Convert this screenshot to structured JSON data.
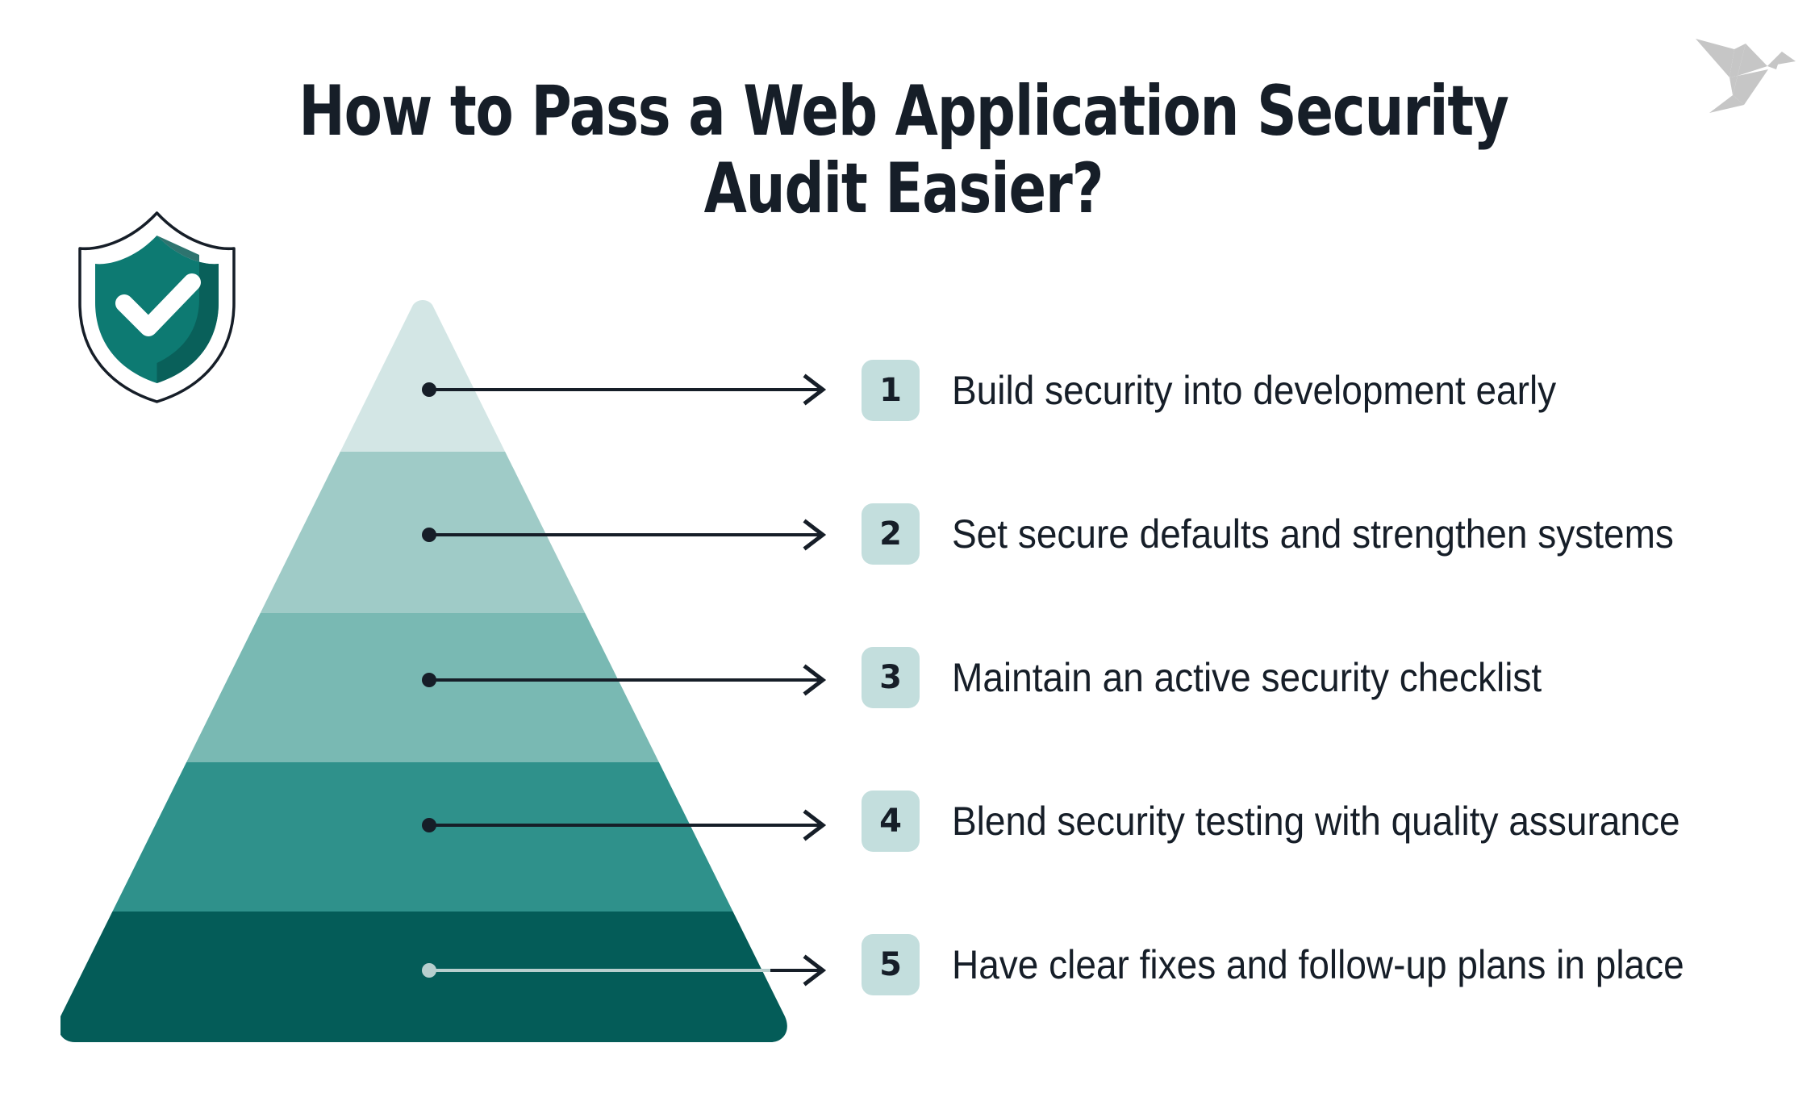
{
  "title": {
    "line1": "How to Pass a Web Application Security",
    "line2": "Audit Easier?"
  },
  "logo": {
    "name": "origami-bird-logo",
    "color": "#c6c6c6"
  },
  "shield": {
    "name": "shield-check-icon",
    "outline_color": "#161e28",
    "fill_color": "#0d7a72",
    "shadow_color": "#095c56",
    "check_color": "#ffffff"
  },
  "pyramid": {
    "bands": [
      {
        "level": 1,
        "color": "#d3e6e5"
      },
      {
        "level": 2,
        "color": "#9fcbc7"
      },
      {
        "level": 3,
        "color": "#79b9b3"
      },
      {
        "level": 4,
        "color": "#2f918b"
      },
      {
        "level": 5,
        "color": "#045c58"
      }
    ]
  },
  "connectors": {
    "line_color": "#161e28",
    "line_color_light": "#b8cfce",
    "arrow_color": "#161e28"
  },
  "steps": [
    {
      "number": "1",
      "label": "Build security into development early"
    },
    {
      "number": "2",
      "label": "Set secure defaults and strengthen systems"
    },
    {
      "number": "3",
      "label": "Maintain an active security checklist"
    },
    {
      "number": "4",
      "label": "Blend security testing with quality assurance"
    },
    {
      "number": "5",
      "label": "Have clear fixes and follow-up plans in place"
    }
  ],
  "colors": {
    "background": "#ffffff",
    "text": "#161e28",
    "badge_bg": "#c3dedd",
    "accent": "#0d7a72"
  }
}
